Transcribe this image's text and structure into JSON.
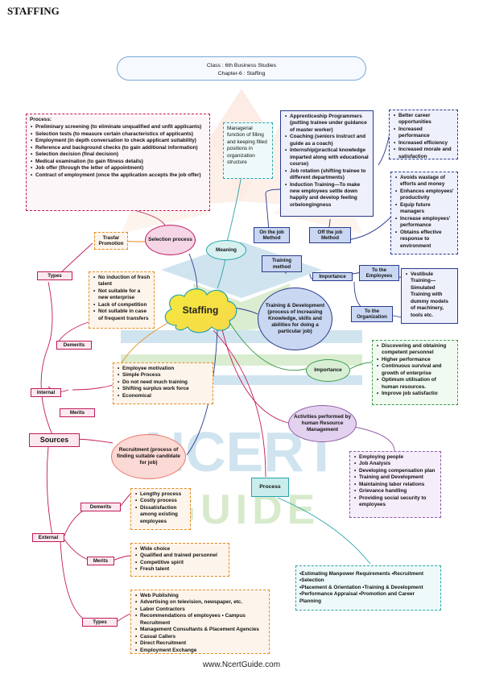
{
  "page_title": "STAFFING",
  "header": {
    "class": "Class : 6th Business Studies",
    "chapter": "Chapter-6 : Staffing"
  },
  "watermark": {
    "line1": "NCERT",
    "line2": "GUIDE"
  },
  "footer": "www.NcertGuide.com",
  "center": "Staffing",
  "process_box": {
    "title": "Process:",
    "items": [
      "Preliminary screening (to eliminate unqualified and unfit applicants)",
      "Selection tests (to measure certain characteristics of applicants)",
      "Employment (in depth conversation to check applicant suitability)",
      "Reference and background checks (to gain additional information)",
      "Selection decision (final decision)",
      "Medical examination (to gain fitness details)",
      "Job offer (through the letter of appointment)",
      "Contract of employment (once the application accepts the job offer)"
    ]
  },
  "meaning_box": "Managerial function of filling and keeping filled positions in organization structure",
  "on_job_box": [
    "Apprenticeship Programmers (putting trainee under guidance of master worker)",
    "Coaching (seniors instruct and guide as a coach)",
    "Internship(practical knowledge imparted along with educational course)",
    "Job rotation (shifting trainee to different departments)",
    "Induction Training—To make new employees settle down happily and develop feeling orbelongingness"
  ],
  "employee_benefits_1": [
    "Better career opportunities",
    "Increased performance",
    "Increased efficiency",
    "Increased morale and satisfaction"
  ],
  "employee_benefits_2": [
    "Avoids wastage of efforts and money",
    "Enhances employees' productivity",
    "Equip future managers",
    "Increase employees' performance",
    "Obtains effective response to environment"
  ],
  "vestibule": [
    "Vestibule Training—Simulated Training with dummy models of machinery, tools etc."
  ],
  "importance_box": [
    "Discovering and obtaining competent personnel",
    "Higher performance",
    "Continuous survival and growth of enterprise",
    "Optimum utilisation of human resources.",
    "Improve job satisfactio"
  ],
  "hr_box": [
    "Employing people",
    "Job Analysis",
    "Developing compensation plan",
    "Training and Development",
    "Maintaining labor relations",
    "Grievance handling",
    "Providing social security to employees"
  ],
  "process_steps": [
    "•Estimating Manpower Requirements •Recruitment",
    "•Selection",
    "•Placement & Orientation •Training & Development",
    "•Performance Appraisal •Promotion and Career Planning"
  ],
  "internal_demerits": [
    "No induction of fresh talent",
    "Not suitable for a new enterprise",
    "Lack of competition",
    "Not suitable in case of frequent transfers"
  ],
  "internal_merits": [
    "Employee motivation",
    "Simple Process",
    "Do not need much training",
    "Shifting surplus work force",
    "Economical"
  ],
  "external_demerits": [
    "Lengthy process",
    "Costly process",
    "Dissatisfaction among existing employees"
  ],
  "external_merits": [
    "Wide choice",
    "Qualified and trained personnel",
    "Competitive spirit",
    "Fresh talent"
  ],
  "external_types": [
    "Web Publishing",
    "Advertising on television, newspaper, etc.",
    "Labor Contractors",
    "Recommendations of employees • Campus Recruitment",
    "Management Consultants & Placement Agencies",
    "Casual Callers",
    "Direct Recruitment",
    "Employment Exchange"
  ],
  "labels": {
    "transfer": "Trasfar Promotion",
    "types": "Types",
    "demerits": "Demerits",
    "internal": "Internal",
    "merits": "Merits",
    "sources": "Sources",
    "external": "External",
    "selection": "Selection process",
    "meaning": "Meaning",
    "on_job": "On the job Method",
    "off_job": "Off the job Method",
    "training_method": "Training method",
    "importance": "Importance",
    "to_employees": "To the Employees",
    "to_org": "To the Organization",
    "training_dev": "Training & Development (process of increasing Knowledge, skills and abilities for doing a particular job)",
    "recruitment": "Recruitment (process of finding suitable candidate for job)",
    "activities": "Activities performed by human Resource Management",
    "process": "Process"
  },
  "colors": {
    "pink": "#c2185b",
    "navy": "#2b3a8c",
    "orange": "#e58a1f",
    "green": "#3a9a4a",
    "teal": "#2aa4a8",
    "purple": "#8e5aa8",
    "salmon": "#e9786b",
    "cyan": "#3bb3c3",
    "yellow": "#f4ea3c",
    "blue": "#3f76c8"
  }
}
